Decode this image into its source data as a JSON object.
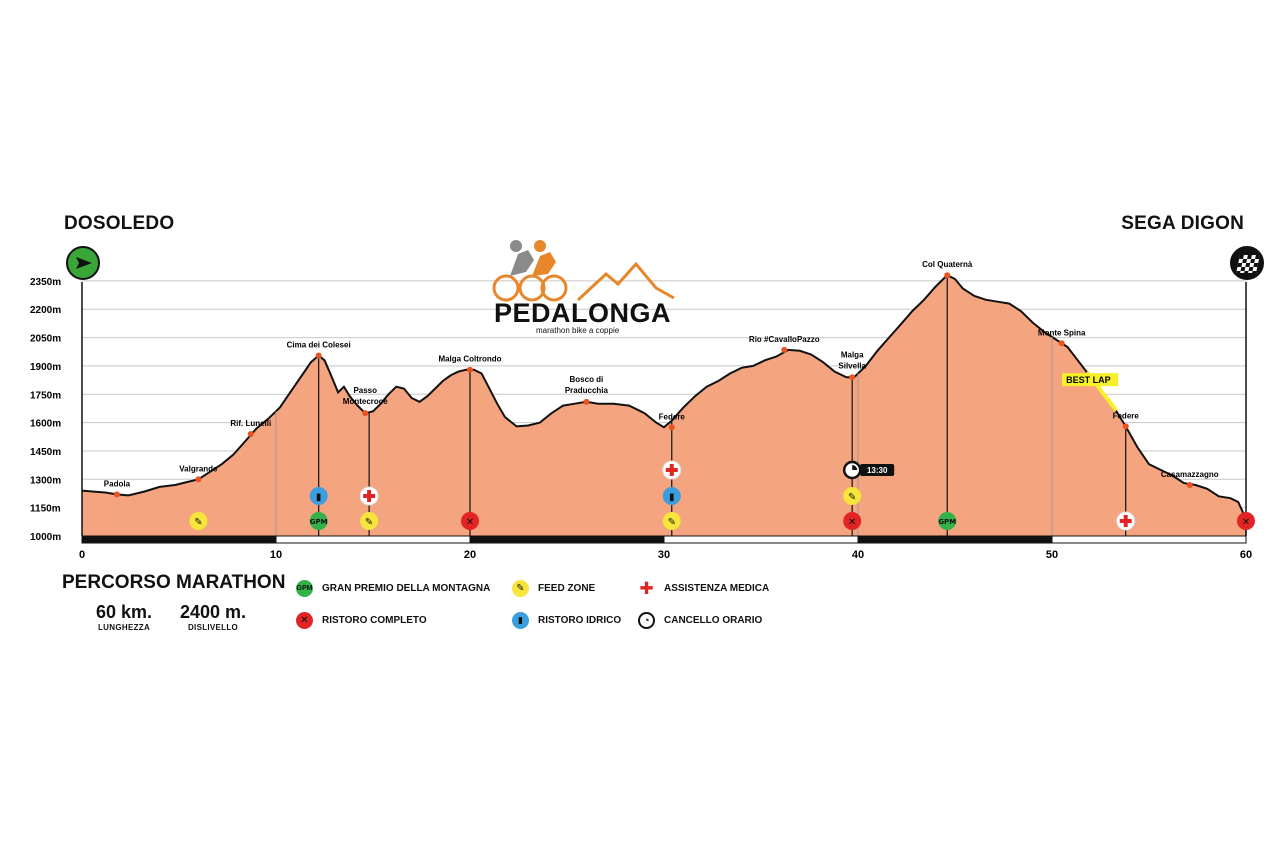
{
  "chart_data": {
    "type": "area",
    "xlabel": "",
    "ylabel": "",
    "xlim": [
      0,
      60
    ],
    "ylim": [
      1000,
      2450
    ],
    "x_ticks": [
      0,
      10,
      20,
      30,
      40,
      50,
      60
    ],
    "y_ticks": [
      1000,
      1150,
      1300,
      1450,
      1600,
      1750,
      1900,
      2050,
      2200,
      2350
    ],
    "y_tick_labels": [
      "1000m",
      "1150m",
      "1300m",
      "1450m",
      "1600m",
      "1750m",
      "1900m",
      "2050m",
      "2200m",
      "2350m"
    ],
    "grid": true,
    "fill_color": "#f5a480",
    "line_color": "#111111",
    "highlight_color": "#f6f02a",
    "profile": {
      "x": [
        0,
        0.6,
        1.2,
        1.8,
        2.4,
        3.2,
        4.0,
        4.8,
        5.4,
        6.0,
        6.6,
        7.2,
        7.8,
        8.4,
        9.0,
        9.6,
        10.2,
        10.6,
        11.0,
        11.4,
        11.8,
        12.2,
        12.5,
        12.8,
        13.2,
        13.5,
        13.8,
        14.2,
        14.6,
        15.0,
        15.4,
        15.8,
        16.2,
        16.6,
        17.0,
        17.4,
        17.8,
        18.2,
        18.6,
        19.0,
        19.4,
        19.8,
        20.2,
        20.6,
        21.0,
        21.4,
        21.8,
        22.4,
        23.0,
        23.6,
        24.2,
        24.8,
        25.4,
        26.0,
        26.6,
        27.4,
        28.2,
        29.0,
        29.6,
        30.0,
        30.4,
        31.0,
        31.6,
        32.2,
        32.8,
        33.4,
        34.0,
        34.6,
        35.2,
        35.8,
        36.4,
        37.0,
        37.6,
        38.2,
        38.8,
        39.4,
        39.8,
        40.4,
        41.0,
        41.6,
        42.2,
        42.8,
        43.4,
        44.0,
        44.6,
        45.0,
        45.4,
        46.0,
        46.6,
        47.2,
        47.8,
        48.4,
        49.0,
        49.6,
        50.2,
        50.8,
        51.4,
        52.0,
        52.6,
        53.2,
        53.8,
        54.4,
        55.0,
        55.6,
        56.2,
        56.8,
        57.4,
        58.0,
        58.6,
        59.2,
        59.6,
        60.0
      ],
      "y": [
        1240,
        1235,
        1230,
        1220,
        1215,
        1235,
        1260,
        1270,
        1285,
        1300,
        1340,
        1380,
        1430,
        1500,
        1570,
        1620,
        1680,
        1740,
        1800,
        1860,
        1920,
        1955,
        1930,
        1860,
        1760,
        1790,
        1740,
        1690,
        1650,
        1660,
        1700,
        1750,
        1790,
        1780,
        1730,
        1710,
        1740,
        1780,
        1820,
        1850,
        1870,
        1880,
        1880,
        1860,
        1780,
        1700,
        1630,
        1580,
        1585,
        1600,
        1650,
        1690,
        1700,
        1710,
        1700,
        1700,
        1690,
        1650,
        1600,
        1575,
        1610,
        1680,
        1740,
        1790,
        1820,
        1860,
        1890,
        1900,
        1930,
        1950,
        1985,
        1980,
        1960,
        1920,
        1870,
        1840,
        1840,
        1900,
        1980,
        2050,
        2120,
        2190,
        2250,
        2320,
        2380,
        2360,
        2310,
        2270,
        2250,
        2240,
        2230,
        2190,
        2130,
        2080,
        2040,
        2000,
        1920,
        1840,
        1760,
        1680,
        1580,
        1470,
        1380,
        1350,
        1320,
        1280,
        1270,
        1250,
        1210,
        1200,
        1180,
        1090
      ],
      "highlight_x": [
        51.8,
        53.3
      ]
    },
    "bottom_bar_segments": [
      [
        0,
        10,
        "black"
      ],
      [
        10,
        20,
        "white"
      ],
      [
        20,
        30,
        "black"
      ],
      [
        30,
        40,
        "white"
      ],
      [
        40,
        50,
        "black"
      ],
      [
        50,
        60,
        "white"
      ]
    ],
    "vertical_lines": [
      10,
      12.2,
      14.8,
      20,
      30.4,
      39.7,
      40,
      44.6,
      50,
      53.8,
      60
    ],
    "places": [
      {
        "name": "Padola",
        "x": 1.8,
        "y": 1220
      },
      {
        "name": "Valgrande",
        "x": 6.0,
        "y": 1300
      },
      {
        "name": "Rif. Lunelli",
        "x": 8.7,
        "y": 1540
      },
      {
        "name": "Cima dei Colesei",
        "x": 12.2,
        "y": 1955
      },
      {
        "name": "Passo",
        "name2": "Montecroce",
        "x": 14.6,
        "y": 1650
      },
      {
        "name": "Malga Coltrondo",
        "x": 20.0,
        "y": 1880
      },
      {
        "name": "Bosco di",
        "name2": "Praducchia",
        "x": 26.0,
        "y": 1710
      },
      {
        "name": "Federe",
        "x": 30.4,
        "y": 1575
      },
      {
        "name": "Rio #CavalloPazzo",
        "x": 36.2,
        "y": 1985
      },
      {
        "name": "Malga",
        "name2": "Silvella",
        "x": 39.7,
        "y": 1840
      },
      {
        "name": "Col Quaternà",
        "x": 44.6,
        "y": 2380
      },
      {
        "name": "Monte Spina",
        "x": 50.5,
        "y": 2020
      },
      {
        "name": "Federe",
        "x": 53.8,
        "y": 1580
      },
      {
        "name": "Casamazzagno",
        "x": 57.1,
        "y": 1270
      }
    ],
    "markers": [
      {
        "x": 6.0,
        "row": 1,
        "kind": "feed"
      },
      {
        "x": 12.2,
        "row": 1,
        "kind": "gpm"
      },
      {
        "x": 12.2,
        "row": 2,
        "kind": "water"
      },
      {
        "x": 14.8,
        "row": 1,
        "kind": "feed"
      },
      {
        "x": 14.8,
        "row": 2,
        "kind": "medical"
      },
      {
        "x": 20.0,
        "row": 1,
        "kind": "full"
      },
      {
        "x": 30.4,
        "row": 1,
        "kind": "feed"
      },
      {
        "x": 30.4,
        "row": 2,
        "kind": "water"
      },
      {
        "x": 30.4,
        "row": 3,
        "kind": "medical"
      },
      {
        "x": 39.7,
        "row": 1,
        "kind": "full"
      },
      {
        "x": 39.7,
        "row": 2,
        "kind": "feed"
      },
      {
        "x": 39.7,
        "row": 3,
        "kind": "clock"
      },
      {
        "x": 44.6,
        "row": 1,
        "kind": "gpm"
      },
      {
        "x": 53.8,
        "row": 1,
        "kind": "medical"
      },
      {
        "x": 60.0,
        "row": 1,
        "kind": "full"
      }
    ],
    "cutoff_label": "13:30",
    "best_lap_label": "BEST LAP",
    "best_lap_x": 53.2,
    "best_lap_y": 1830
  },
  "start": {
    "name": "DOSOLEDO",
    "icon": "arrow-right-icon"
  },
  "finish": {
    "name": "SEGA DIGON",
    "icon": "checkered-flag-icon"
  },
  "logo": {
    "word": "PEDALONGA",
    "tagline": "marathon bike a coppie"
  },
  "title": "PERCORSO MARATHON",
  "stats": {
    "length_value": "60 km.",
    "length_label": "LUNGHEZZA",
    "climb_value": "2400 m.",
    "climb_label": "DISLIVELLO"
  },
  "legend": [
    {
      "label": "GRAN PREMIO DELLA MONTAGNA",
      "kind": "gpm",
      "color": "#33b24a",
      "glyph": "GPM"
    },
    {
      "label": "FEED ZONE",
      "kind": "feed",
      "color": "#f7e53b",
      "glyph": "✎"
    },
    {
      "label": "ASSISTENZA MEDICA",
      "kind": "medical",
      "color": "#e32424",
      "glyph": "✚"
    },
    {
      "label": "RISTORO COMPLETO",
      "kind": "full",
      "color": "#e32424",
      "glyph": "✕"
    },
    {
      "label": "RISTORO IDRICO",
      "kind": "water",
      "color": "#3a9ee0",
      "glyph": "▮"
    },
    {
      "label": "CANCELLO ORARIO",
      "kind": "clock",
      "color": "#ffffff",
      "glyph": "◔"
    }
  ]
}
